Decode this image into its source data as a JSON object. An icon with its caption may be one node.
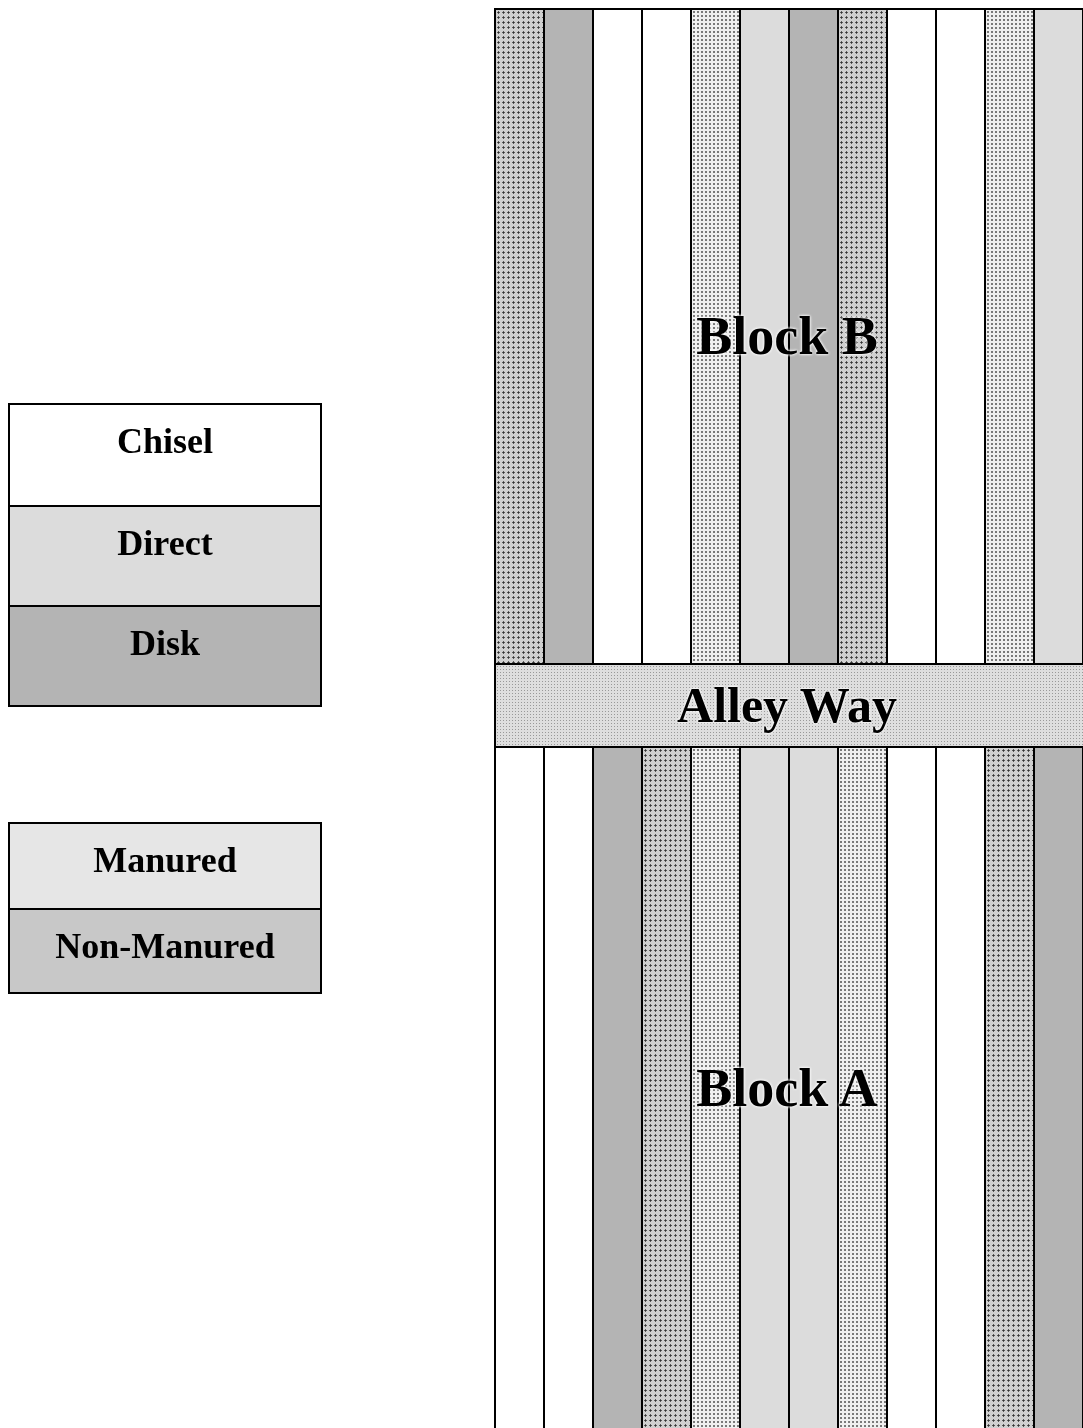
{
  "diagram": {
    "nodes": [
      {
        "text": [
          "Block B"
        ]
      },
      {
        "text": [
          "Alley Way"
        ]
      },
      {
        "text": [
          "Block A"
        ]
      }
    ],
    "legend": [
      {
        "text": "Chisel",
        "color": "#ffffff"
      },
      {
        "text": "Direct",
        "color": "#dcdcdc"
      },
      {
        "text": "Disk",
        "color": "#b4b4b4"
      },
      {
        "text": "Manured",
        "color": "#e6e6e6"
      },
      {
        "text": "Non-Manured",
        "color": "#c8c8c8"
      }
    ]
  }
}
